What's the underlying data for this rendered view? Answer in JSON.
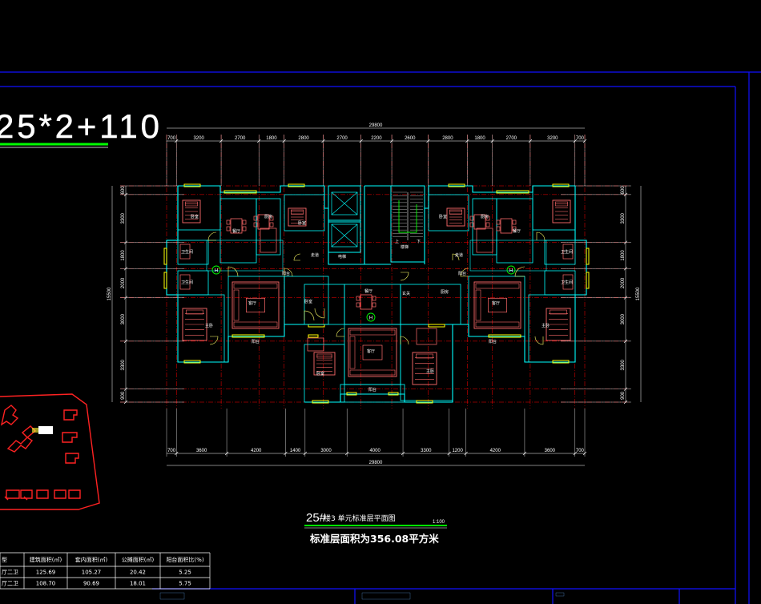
{
  "sheet": {
    "headline": "25*2+110",
    "plan_title_num": "25#",
    "plan_title_text": "楼3 单元标准层平面图",
    "scale": "1:100",
    "area_note": "标准层面积为356.08平方米"
  },
  "dimensions": {
    "top_total": "29800",
    "top_segments": [
      "700",
      "3200",
      "2700",
      "1800",
      "2800",
      "2700",
      "2200",
      "2600",
      "2800",
      "1800",
      "2700",
      "3200",
      "700"
    ],
    "bottom_total": "29800",
    "bottom_segments": [
      "700",
      "3600",
      "4200",
      "1400",
      "3000",
      "4000",
      "3300",
      "1200",
      "4200",
      "3600",
      "700"
    ],
    "left_segments": [
      "600",
      "3300",
      "1800",
      "2000",
      "3000",
      "3300",
      "900"
    ],
    "left_total": "15500",
    "right_segments": [
      "600",
      "3300",
      "1800",
      "2000",
      "3000",
      "3300",
      "900"
    ],
    "right_total": "15500"
  },
  "rooms": {
    "left_bed_top": "卧室",
    "left_dining": "餐厅",
    "left_kitchen": "厨房",
    "left_bed2": "卧室",
    "left_wc1": "卫生间",
    "left_wc2": "卫生间",
    "left_living": "客厅",
    "left_master": "主卧",
    "left_balcony": "阳台",
    "left_balcony2": "阳台",
    "left_bed3": "卧室",
    "left_hall": "走道",
    "core_elev": "电梯",
    "core_stair": "楼梯",
    "core_up": "上",
    "core_down": "下",
    "mid_dining": "餐厅",
    "mid_living": "客厅",
    "mid_bed": "卧室",
    "mid_master": "主卧",
    "mid_balcony": "阳台",
    "mid_hall": "玄关",
    "mid_kitchen": "厨房",
    "right_bed_top": "卧室",
    "right_dining": "餐厅",
    "right_kitchen": "厨房",
    "right_living": "客厅",
    "right_master": "主卧",
    "right_wc1": "卫生间",
    "right_wc2": "卫生间",
    "right_balcony": "阳台",
    "right_balcony2": "阳台",
    "right_hall": "走道"
  },
  "table": {
    "headers": [
      "型",
      "建筑面积(㎡)",
      "套内面积(㎡)",
      "公摊面积(㎡)",
      "阳台面积比(%)"
    ],
    "rows": [
      [
        "厅二卫",
        "125.69",
        "105.27",
        "20.42",
        "5.25"
      ],
      [
        "厅二卫",
        "108.70",
        "90.69",
        "18.01",
        "5.75"
      ]
    ]
  },
  "colors": {
    "background": "#000000",
    "frame": "#0000ff",
    "wall": "#00ffff",
    "furniture": "#ff6b6b",
    "axis": "#ff0000",
    "accent": "#00ff00",
    "window": "#ffff00"
  }
}
